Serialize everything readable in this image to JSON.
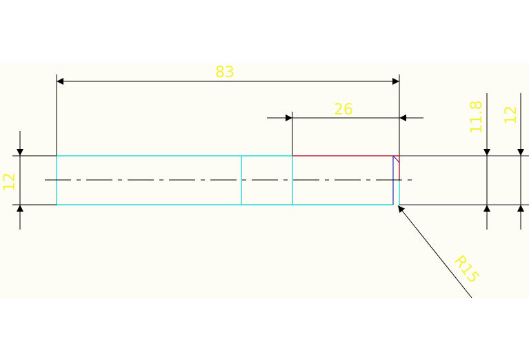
{
  "drawing": {
    "dimensions": {
      "overall_length": "83",
      "segment_length": "26",
      "left_height": "12",
      "right_height_a": "11.8",
      "right_height_b": "12",
      "radius": "R15"
    }
  },
  "colors": {
    "sheet_background": "#fdfdf5",
    "page_background": "#ffffff",
    "dimension_line": "#000000",
    "dimension_text": "#f5f23c",
    "part_outline_cyan": "#00cfd0",
    "part_outline_red": "#c0203a",
    "part_outline_blue": "#2a2aa8",
    "part_outline_dark": "#20203a"
  }
}
